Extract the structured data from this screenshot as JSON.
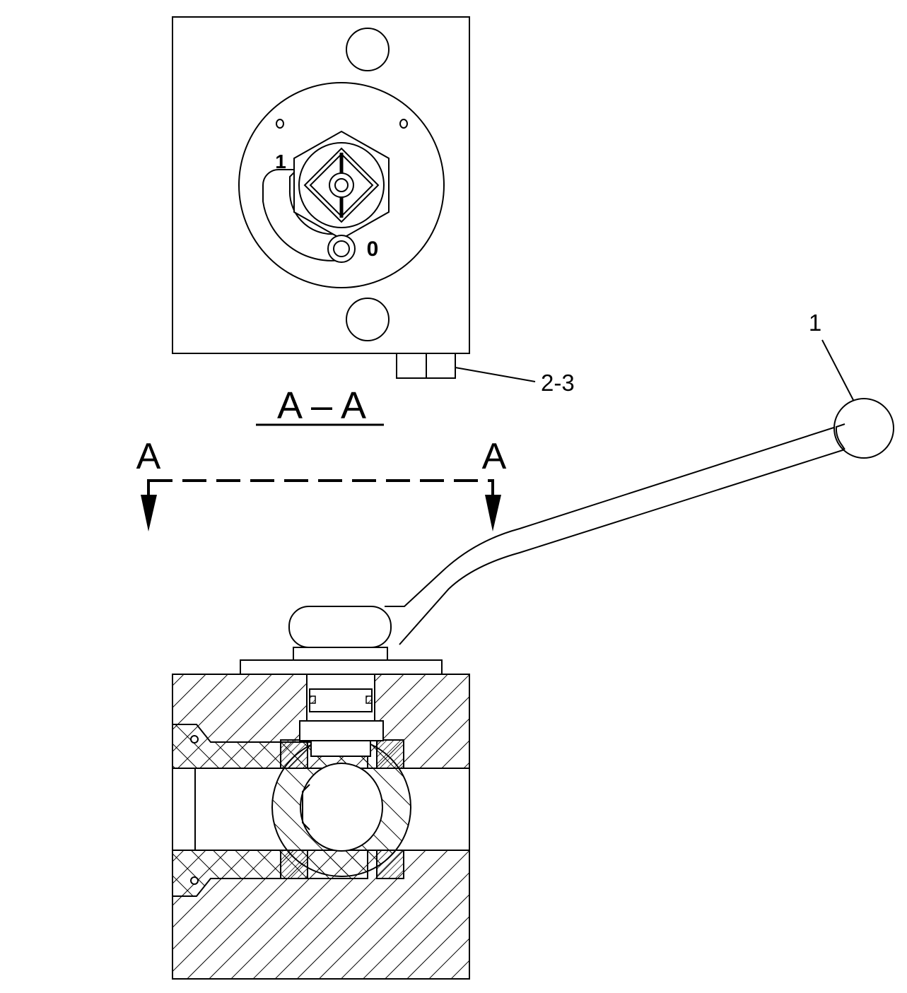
{
  "section_title": "A – A",
  "section_marks": {
    "left": "A",
    "right": "A"
  },
  "callouts": {
    "handle": "1",
    "plug": "2-3"
  },
  "position_marks": {
    "open": "1",
    "closed": "0"
  }
}
